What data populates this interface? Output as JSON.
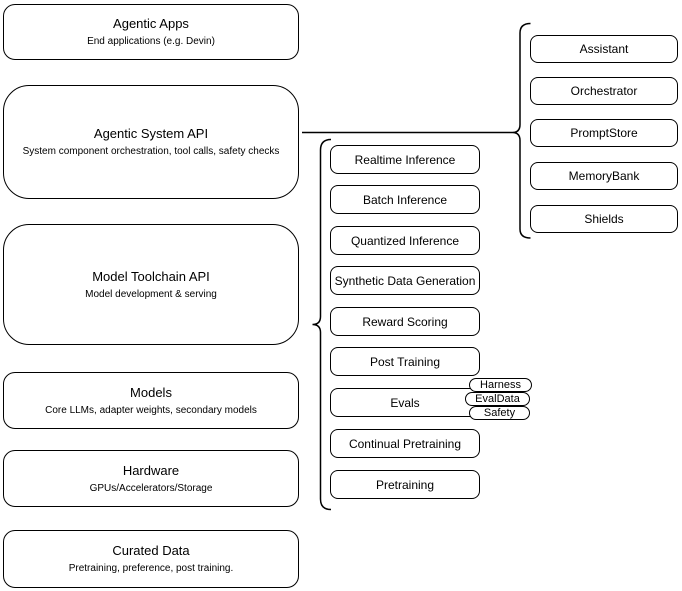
{
  "diagram": {
    "colors": {
      "stroke": "#000000",
      "fill": "#ffffff",
      "background": "#ffffff"
    },
    "stack": [
      {
        "title": "Agentic Apps",
        "subtitle": "End applications (e.g. Devin)"
      },
      {
        "title": "Agentic System API",
        "subtitle": "System component orchestration, tool calls, safety checks"
      },
      {
        "title": "Model Toolchain API",
        "subtitle": "Model development & serving"
      },
      {
        "title": "Models",
        "subtitle": "Core LLMs, adapter weights, secondary models"
      },
      {
        "title": "Hardware",
        "subtitle": "GPUs/Accelerators/Storage"
      },
      {
        "title": "Curated Data",
        "subtitle": "Pretraining, preference, post training."
      }
    ],
    "toolchain": {
      "items": [
        "Realtime Inference",
        "Batch Inference",
        "Quantized Inference",
        "Synthetic Data Generation",
        "Reward Scoring",
        "Post Training",
        "Evals",
        "Continual Pretraining",
        "Pretraining"
      ],
      "evals_tags": [
        "Harness",
        "EvalData",
        "Safety"
      ]
    },
    "system_components": {
      "items": [
        "Assistant",
        "Orchestrator",
        "PromptStore",
        "MemoryBank",
        "Shields"
      ]
    }
  }
}
